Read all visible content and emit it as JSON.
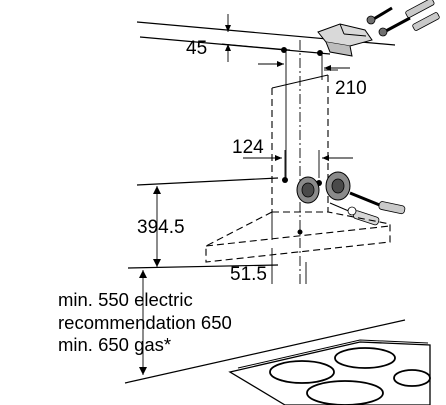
{
  "dimensions": {
    "top_gap": "45",
    "bracket_spacing": "210",
    "fixing_spacing": "124",
    "hood_height": "394.5",
    "hood_offset": "51.5"
  },
  "notes": {
    "line1": "min. 550 electric",
    "line2": "recommendation 650",
    "line3": "min. 650 gas*"
  },
  "colors": {
    "line": "#000000",
    "hardware_fill": "#8a8a8a",
    "hardware_dark": "#4a4a4a",
    "background": "#ffffff"
  },
  "icons": [
    "arrow-head-icon",
    "screw-icon",
    "wall-plug-icon",
    "spacer-ring-icon",
    "mounting-bracket-icon",
    "hob-burner-icon"
  ]
}
